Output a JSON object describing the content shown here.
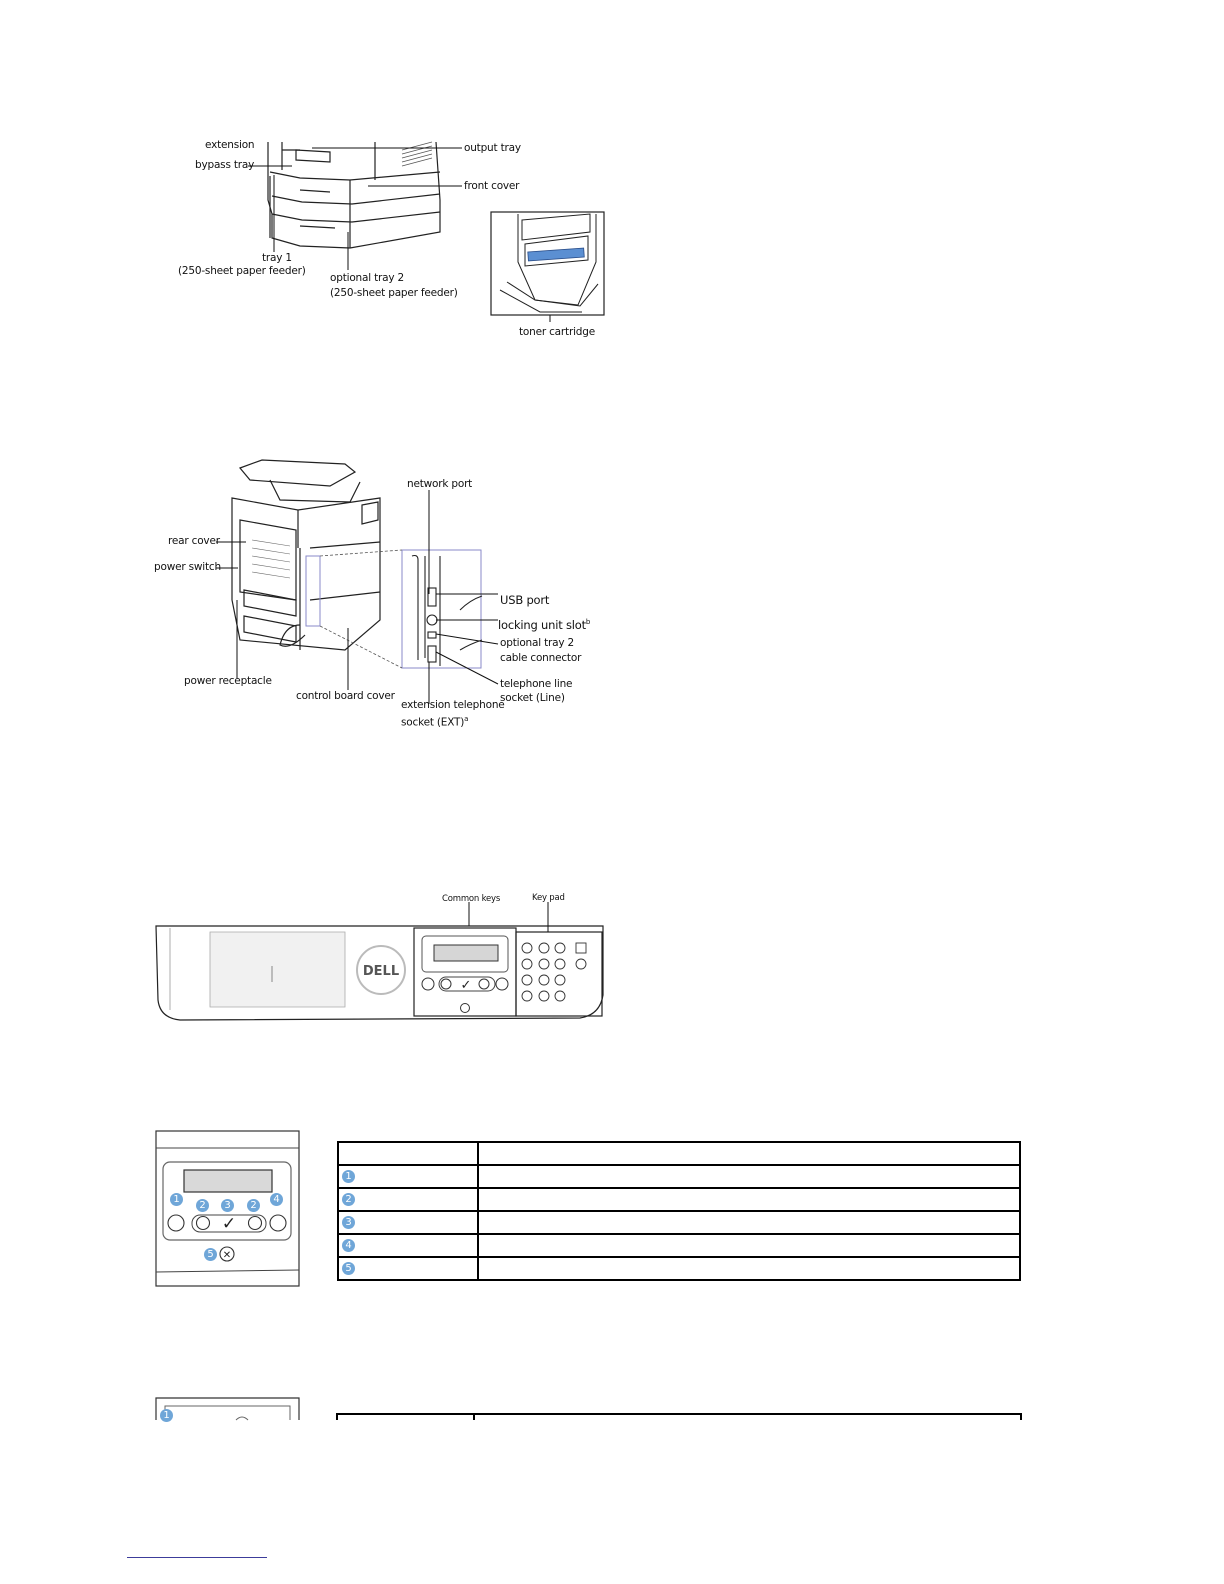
{
  "figure_front": {
    "labels": {
      "extension": "extension",
      "bypass_tray": "bypass tray",
      "output_tray": "output tray",
      "front_cover": "front cover",
      "tray1_line1": "tray 1",
      "tray1_line2": "(250-sheet paper feeder)",
      "tray2_line1": "optional tray 2",
      "tray2_line2": "(250-sheet paper feeder)",
      "toner": "toner cartridge"
    }
  },
  "figure_rear": {
    "labels": {
      "network_port": "network port",
      "rear_cover": "rear cover",
      "power_switch": "power switch",
      "usb_port": "USB port",
      "locking_slot": "locking unit slot",
      "locking_sup": "b",
      "tray2_connector_line1": "optional tray 2",
      "tray2_connector_line2": "cable connector",
      "telephone_line1": "telephone line",
      "telephone_line2": "socket (Line)",
      "power_receptacle": "power receptacle",
      "control_board": "control board cover",
      "ext_line1": "extension telephone",
      "ext_line2": "socket (EXT)",
      "ext_sup": "a"
    }
  },
  "figure_panel": {
    "labels": {
      "common_keys": "Common keys",
      "key_pad": "Key pad"
    }
  },
  "common_keys_table": {
    "rows": [
      "1",
      "2",
      "3",
      "4",
      "5"
    ]
  },
  "second_table": {
    "markers": [
      "1"
    ]
  },
  "colors": {
    "marker": "#6fa6d8",
    "callout_box": "#8a8ac8",
    "footnote_rule": "#3c3c9a"
  }
}
